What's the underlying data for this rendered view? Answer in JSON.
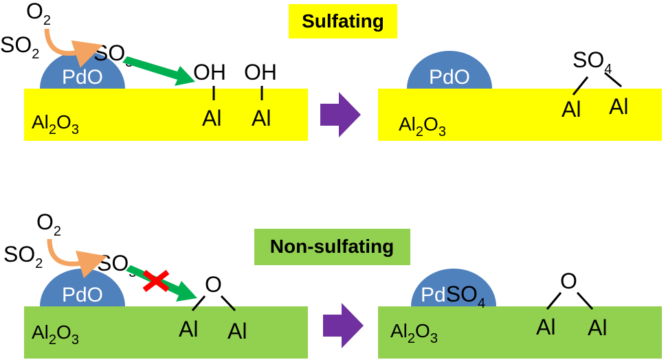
{
  "colors": {
    "sulfating_substrate": "#ffff00",
    "non_sulfating_substrate": "#92d050",
    "pdo_particle": "#4f81bd",
    "orange_arrow": "#f4a460",
    "green_arrow": "#00b050",
    "purple_arrow": "#7030a0",
    "blocked_cross": "#ff0000"
  },
  "sulfating": {
    "title": "Sulfating",
    "before": {
      "o2": "O",
      "o2_sub": "2",
      "so2": "SO",
      "so2_sub": "2",
      "so3": "SO",
      "so3_sub": "3",
      "particle": "PdO",
      "oh1": "OH",
      "oh2": "OH",
      "al1": "Al",
      "al2": "Al",
      "support": "Al",
      "support_sub1": "2",
      "support_o": "O",
      "support_sub2": "3"
    },
    "after": {
      "particle": "PdO",
      "so4": "SO",
      "so4_sub": "4",
      "al1": "Al",
      "al2": "Al",
      "support": "Al",
      "support_sub1": "2",
      "support_o": "O",
      "support_sub2": "3"
    }
  },
  "non_sulfating": {
    "title": "Non-sulfating",
    "before": {
      "o2": "O",
      "o2_sub": "2",
      "so2": "SO",
      "so2_sub": "2",
      "so3": "SO",
      "so3_sub": "3",
      "particle": "PdO",
      "o": "O",
      "al1": "Al",
      "al2": "Al",
      "support": "Al",
      "support_sub1": "2",
      "support_o": "O",
      "support_sub2": "3"
    },
    "after": {
      "particle_pd": "Pd",
      "particle_so4": "SO",
      "particle_so4_sub": "4",
      "o": "O",
      "al1": "Al",
      "al2": "Al",
      "support": "Al",
      "support_sub1": "2",
      "support_o": "O",
      "support_sub2": "3"
    }
  }
}
